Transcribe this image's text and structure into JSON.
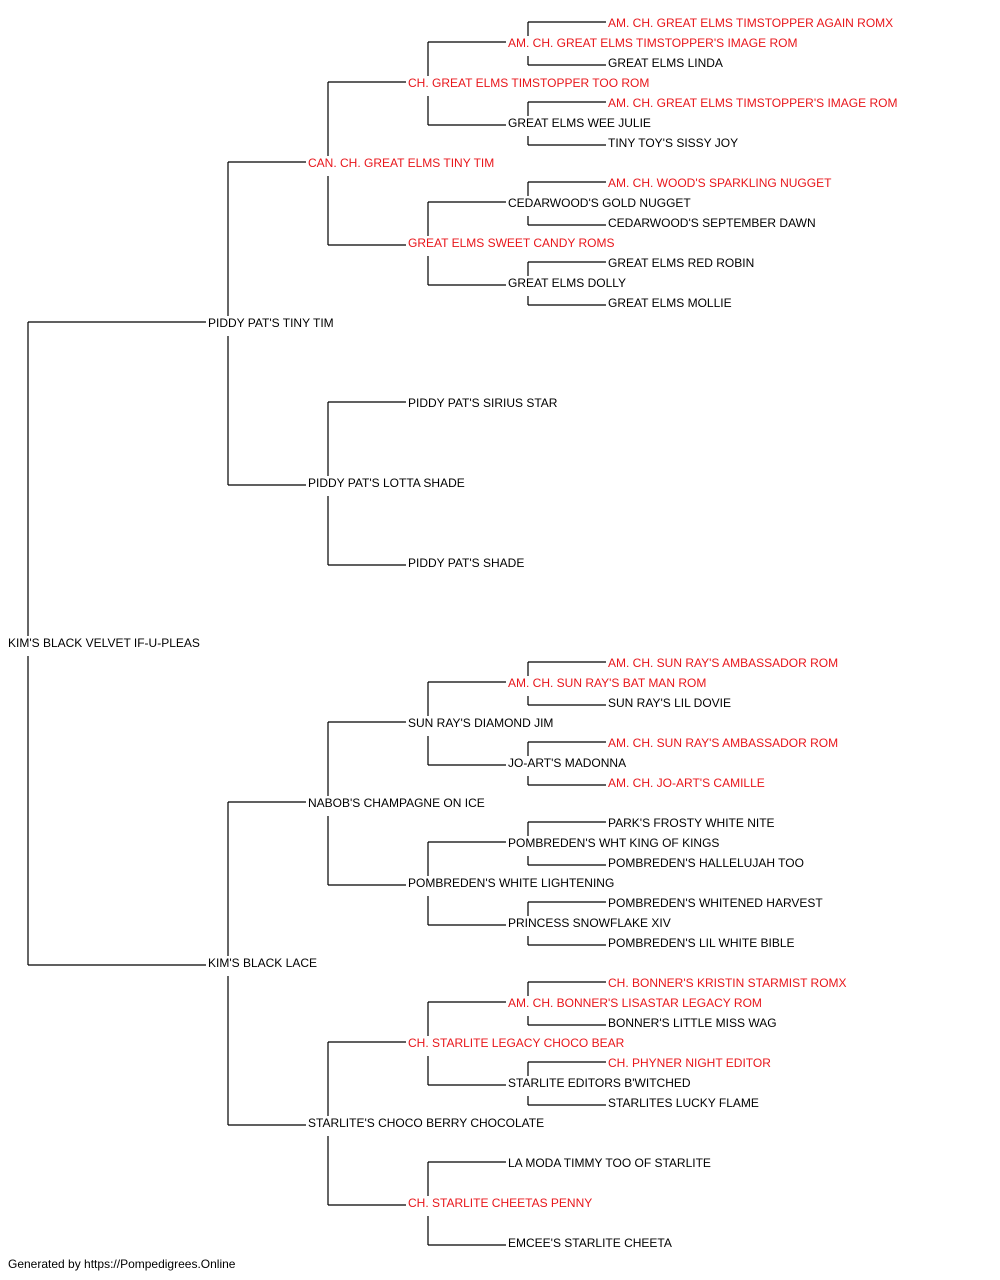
{
  "colors": {
    "champion": "#e8161b",
    "normal": "#000000",
    "line": "#000000"
  },
  "pedigree": {
    "subject": {
      "name": "KIM'S BLACK VELVET IF-U-PLEAS",
      "champion": false
    },
    "sire": {
      "name": "PIDDY PAT'S TINY TIM",
      "champion": false
    },
    "dam": {
      "name": "KIM'S BLACK LACE",
      "champion": false
    },
    "sire_sire": {
      "name": "CAN. CH. GREAT ELMS TINY TIM",
      "champion": true
    },
    "sire_dam": {
      "name": "PIDDY PAT'S LOTTA SHADE",
      "champion": false
    },
    "dam_sire": {
      "name": "NABOB'S CHAMPAGNE ON ICE",
      "champion": false
    },
    "dam_dam": {
      "name": "STARLITE'S CHOCO BERRY CHOCOLATE",
      "champion": false
    },
    "gen3": [
      {
        "name": "CH. GREAT ELMS TIMSTOPPER TOO ROM",
        "champion": true
      },
      {
        "name": "GREAT ELMS SWEET CANDY ROMS",
        "champion": true
      },
      {
        "name": "PIDDY PAT'S SIRIUS STAR",
        "champion": false
      },
      {
        "name": "PIDDY PAT'S SHADE",
        "champion": false
      },
      {
        "name": "SUN RAY'S DIAMOND JIM",
        "champion": false
      },
      {
        "name": "POMBREDEN'S WHITE LIGHTENING",
        "champion": false
      },
      {
        "name": "CH. STARLITE LEGACY CHOCO BEAR",
        "champion": true
      },
      {
        "name": "CH. STARLITE CHEETAS PENNY",
        "champion": true
      }
    ],
    "gen4": [
      {
        "name": "AM. CH. GREAT ELMS TIMSTOPPER'S IMAGE ROM",
        "champion": true
      },
      {
        "name": "GREAT ELMS WEE JULIE",
        "champion": false
      },
      {
        "name": "CEDARWOOD'S GOLD NUGGET",
        "champion": false
      },
      {
        "name": "GREAT ELMS DOLLY",
        "champion": false
      },
      {
        "name": "AM. CH. SUN RAY'S BAT MAN ROM",
        "champion": true
      },
      {
        "name": "JO-ART'S MADONNA",
        "champion": false
      },
      {
        "name": "POMBREDEN'S WHT KING OF KINGS",
        "champion": false
      },
      {
        "name": "PRINCESS SNOWFLAKE XIV",
        "champion": false
      },
      {
        "name": "AM. CH. BONNER'S LISASTAR LEGACY ROM",
        "champion": true
      },
      {
        "name": "STARLITE EDITORS B'WITCHED",
        "champion": false
      },
      {
        "name": "LA MODA TIMMY TOO OF STARLITE",
        "champion": false
      },
      {
        "name": "EMCEE'S STARLITE CHEETA",
        "champion": false
      }
    ],
    "gen5": [
      {
        "name": "AM. CH. GREAT ELMS TIMSTOPPER AGAIN ROMX",
        "champion": true
      },
      {
        "name": "GREAT ELMS LINDA",
        "champion": false
      },
      {
        "name": "AM. CH. GREAT ELMS TIMSTOPPER'S IMAGE ROM",
        "champion": true
      },
      {
        "name": "TINY TOY'S SISSY JOY",
        "champion": false
      },
      {
        "name": "AM. CH. WOOD'S SPARKLING NUGGET",
        "champion": true
      },
      {
        "name": "CEDARWOOD'S SEPTEMBER DAWN",
        "champion": false
      },
      {
        "name": "GREAT ELMS RED ROBIN",
        "champion": false
      },
      {
        "name": "GREAT ELMS MOLLIE",
        "champion": false
      },
      {
        "name": "AM. CH. SUN RAY'S AMBASSADOR ROM",
        "champion": true
      },
      {
        "name": "SUN RAY'S LIL DOVIE",
        "champion": false
      },
      {
        "name": "AM. CH. SUN RAY'S AMBASSADOR ROM",
        "champion": true
      },
      {
        "name": "AM. CH. JO-ART'S CAMILLE",
        "champion": true
      },
      {
        "name": "PARK'S FROSTY WHITE NITE",
        "champion": false
      },
      {
        "name": "POMBREDEN'S HALLELUJAH TOO",
        "champion": false
      },
      {
        "name": "POMBREDEN'S WHITENED HARVEST",
        "champion": false
      },
      {
        "name": "POMBREDEN'S LIL WHITE BIBLE",
        "champion": false
      },
      {
        "name": "CH. BONNER'S KRISTIN STARMIST ROMX",
        "champion": true
      },
      {
        "name": "BONNER'S LITTLE MISS WAG",
        "champion": false
      },
      {
        "name": "CH. PHYNER NIGHT EDITOR",
        "champion": true
      },
      {
        "name": "STARLITES LUCKY FLAME",
        "champion": false
      }
    ]
  },
  "footer": {
    "text": "Generated by https://Pompedigrees.Online"
  }
}
